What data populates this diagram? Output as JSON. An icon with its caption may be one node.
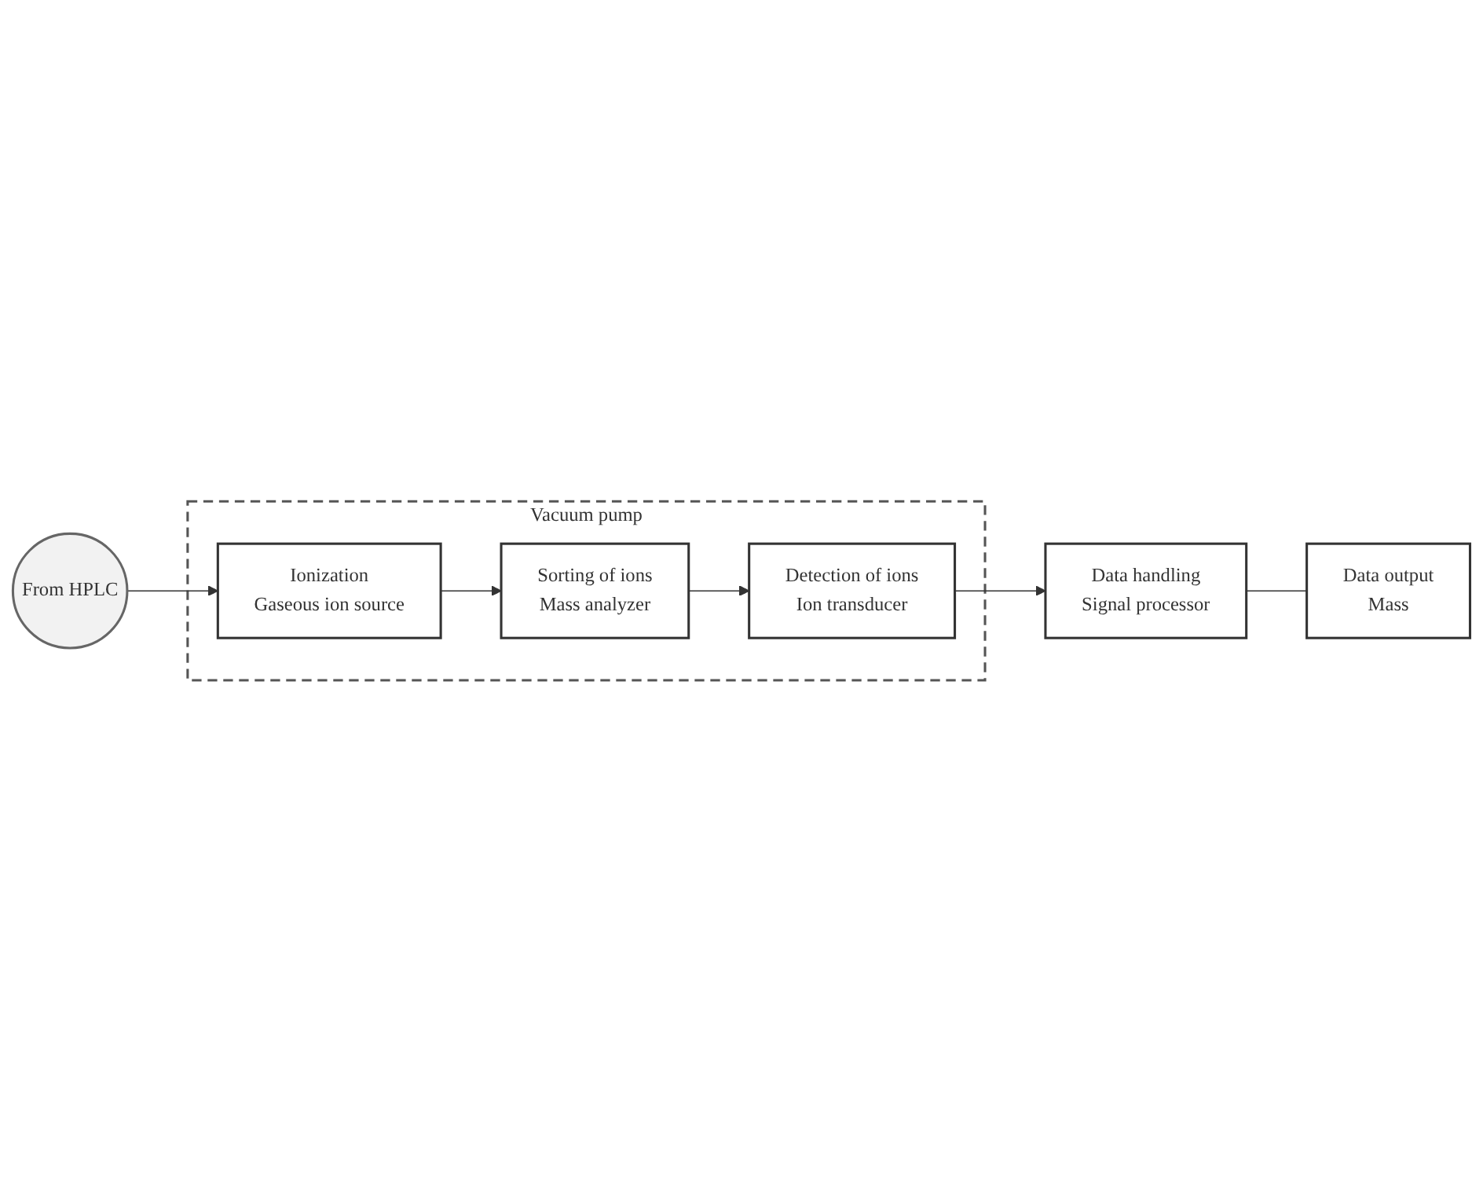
{
  "diagram": {
    "nodes": [
      {
        "text": [
          "Vacuum pump"
        ]
      },
      {
        "text": [
          "Ionization",
          "Gaseous ion source"
        ],
        "in": 0
      },
      {
        "text": [
          "Sorting of ions",
          "Mass analyzer"
        ],
        "in": 0
      },
      {
        "text": [
          "Detection of ions",
          "Ion transducer"
        ],
        "in": 0
      },
      {
        "text": [
          "From HPLC"
        ]
      },
      {
        "text": [
          "Data handling",
          "Signal processor"
        ]
      },
      {
        "text": [
          "Data output",
          "Mass"
        ]
      }
    ],
    "edges": [
      {
        "from": 4,
        "to": 1,
        "arrow": "to"
      },
      {
        "from": 1,
        "to": 2,
        "arrow": "to"
      },
      {
        "from": 2,
        "to": 3,
        "arrow": "to"
      },
      {
        "from": 3,
        "to": 5,
        "arrow": "to"
      },
      {
        "from": 5,
        "to": 6,
        "arrow": "none"
      }
    ]
  }
}
